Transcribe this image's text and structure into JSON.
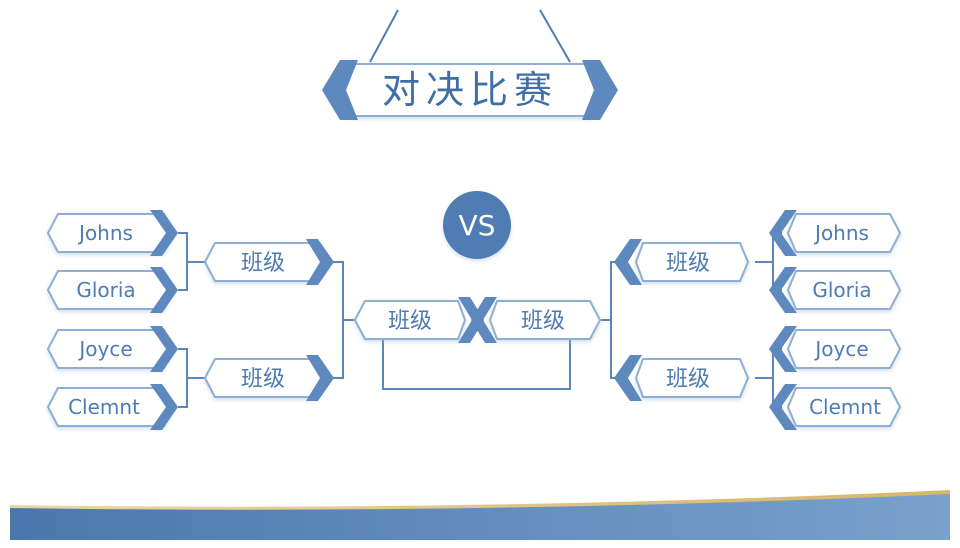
{
  "title": "对决比赛",
  "vs": "VS",
  "left_players": [
    "Johns",
    "Gloria",
    "Joyce",
    "Clemnt"
  ],
  "right_players": [
    "Johns",
    "Gloria",
    "Joyce",
    "Clemnt"
  ],
  "semi_label": "班级",
  "final_left_label": "班级",
  "final_right_label": "班级",
  "colors": {
    "accent": "#4f7db3",
    "accent_light": "#8eaed3",
    "footer_start": "#4a78ad",
    "footer_end": "#7aa1cc",
    "gold": "#d8b56a"
  }
}
